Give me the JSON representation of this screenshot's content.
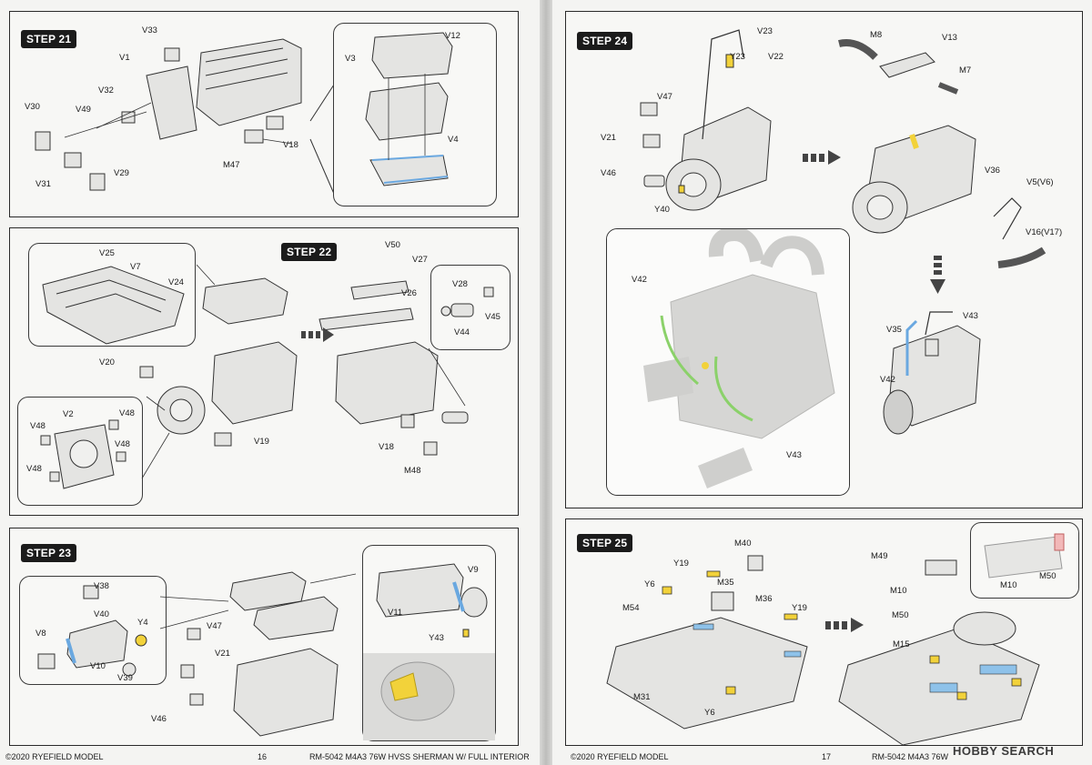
{
  "left_page": {
    "footer_left": "©2020 RYEFIELD MODEL",
    "page_number": "16",
    "footer_right": "RM-5042  M4A3 76W HVSS SHERMAN W/ FULL INTERIOR"
  },
  "right_page": {
    "footer_left": "©2020 RYEFIELD MODEL",
    "page_number": "17",
    "footer_right": "RM-5042  M4A3 76W",
    "watermark": "HOBBY SEARCH"
  },
  "steps": {
    "s21": {
      "title": "STEP 21",
      "parts": [
        "V33",
        "V1",
        "V32",
        "V49",
        "V30",
        "V31",
        "V29",
        "M47",
        "V18",
        "V3",
        "V12",
        "V4"
      ]
    },
    "s22": {
      "title": "STEP 22",
      "parts": [
        "V25",
        "V7",
        "V24",
        "V50",
        "V27",
        "V26",
        "V28",
        "V45",
        "V44",
        "V20",
        "V2",
        "V48",
        "V48",
        "V48",
        "V48",
        "V19",
        "V18",
        "M48"
      ]
    },
    "s23": {
      "title": "STEP 23",
      "parts": [
        "V38",
        "V40",
        "Y4",
        "V8",
        "V10",
        "V39",
        "V47",
        "V21",
        "V46",
        "V9",
        "V11",
        "Y43"
      ]
    },
    "s24": {
      "title": "STEP 24",
      "parts": [
        "V23",
        "Y23",
        "V22",
        "V47",
        "V21",
        "V46",
        "Y40",
        "M8",
        "V13",
        "M7",
        "V36",
        "V5(V6)",
        "V16(V17)",
        "V42",
        "V43",
        "V35",
        "V43",
        "V42"
      ]
    },
    "s25": {
      "title": "STEP 25",
      "parts": [
        "M40",
        "Y19",
        "M35",
        "Y6",
        "M36",
        "M54",
        "Y19",
        "M31",
        "Y6",
        "M49",
        "M10",
        "M10",
        "M50",
        "M50",
        "M15"
      ]
    }
  }
}
